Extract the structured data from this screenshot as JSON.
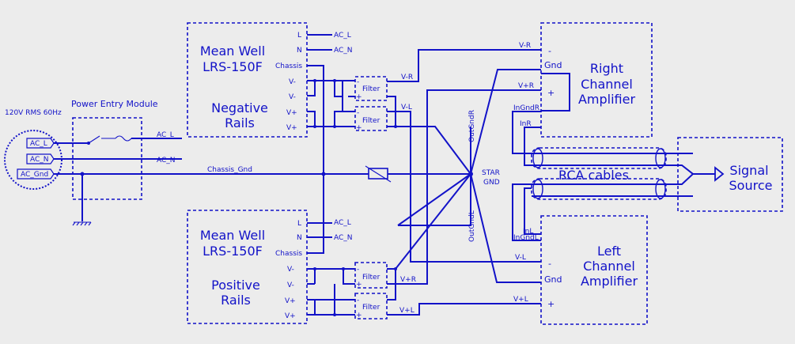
{
  "mw_neg": {
    "line1": "Mean Well",
    "line2": "LRS-150F",
    "rails1": "Negative",
    "rails2": "Rails",
    "pin_l": "L",
    "pin_n": "N",
    "pin_chassis": "Chassis",
    "pin_vm1": "V-",
    "pin_vm2": "V-",
    "pin_vp1": "V+",
    "pin_vp2": "V+"
  },
  "mw_pos": {
    "line1": "Mean Well",
    "line2": "LRS-150F",
    "rails1": "Positive",
    "rails2": "Rails",
    "pin_l": "L",
    "pin_n": "N",
    "pin_chassis": "Chassis",
    "pin_vm1": "V-",
    "pin_vm2": "V-",
    "pin_vp1": "V+",
    "pin_vp2": "V+"
  },
  "mains": {
    "label": "120V RMS 60Hz",
    "ac_l": "AC_L",
    "ac_n": "AC_N",
    "ac_gnd": "AC_Gnd"
  },
  "pem": {
    "title": "Power Entry Module",
    "out_l": "AC_L",
    "out_n": "AC_N"
  },
  "nets": {
    "top_ac_l": "AC_L",
    "top_ac_n": "AC_N",
    "bot_ac_l": "AC_L",
    "bot_ac_n": "AC_N",
    "chassis_gnd": "Chassis_Gnd",
    "v_r_top": "V-R",
    "v_r_mid": "V-R",
    "v_l_top": "V-L",
    "vp_r_top": "V+R",
    "vp_r_bot": "V+R",
    "vp_l_bot": "V+L",
    "v_l_bot": "V-L",
    "vp_l_right": "V+L",
    "in_gnd_r": "InGndR",
    "in_r": "InR",
    "in_l": "InL",
    "in_gnd_l": "InGndL",
    "out_gnd_r": "OutGndR",
    "out_gnd_l": "OutGndL"
  },
  "filters": {
    "f1": "Filter",
    "f2": "Filter",
    "f3": "Filter",
    "f4": "Filter"
  },
  "star": {
    "line1": "STAR",
    "line2": "GND"
  },
  "right_amp": {
    "line1": "Right",
    "line2": "Channel",
    "line3": "Amplifier",
    "minus": "-",
    "gnd": "Gnd",
    "plus": "+"
  },
  "left_amp": {
    "line1": "Left",
    "line2": "Channel",
    "line3": "Amplifier",
    "minus": "-",
    "gnd": "Gnd",
    "plus": "+"
  },
  "rca": {
    "label": "RCA cables"
  },
  "signal": {
    "line1": "Signal",
    "line2": "Source"
  }
}
